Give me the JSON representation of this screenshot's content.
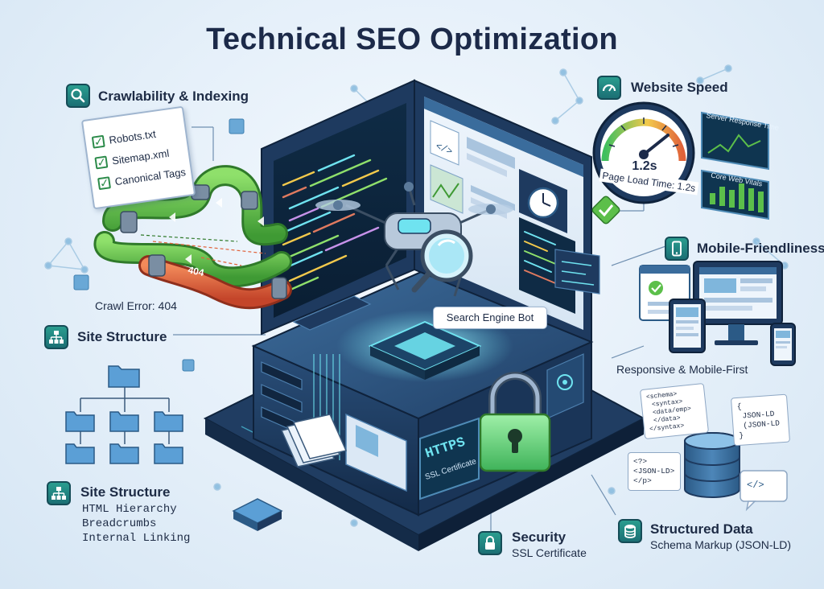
{
  "title": "Technical SEO Optimization",
  "crawl": {
    "title": "Crawlability & Indexing",
    "icon": "magnifier-icon",
    "checklist": [
      "Robots.txt",
      "Sitemap.xml",
      "Canonical Tags"
    ],
    "error_label": "Crawl Error: 404",
    "pipe_label": "404"
  },
  "structure": {
    "title": "Site Structure",
    "icon": "sitemap-icon",
    "title_2": "Site Structure",
    "subs": [
      "HTML Hierarchy",
      "Breadcrumbs",
      "Internal Linking"
    ]
  },
  "speed": {
    "title": "Website Speed",
    "icon": "speedometer-icon",
    "gauge_value": "1.2s",
    "page_load": "Page Load Time: 1.2s",
    "server_card": "Server Response Time",
    "vitals_card": "Core Web Vitals"
  },
  "mobile": {
    "title": "Mobile-Friendliness",
    "icon": "smartphone-icon",
    "caption": "Responsive & Mobile-First"
  },
  "bot": {
    "label": "Search Engine Bot"
  },
  "security": {
    "title": "Security",
    "sub": "SSL Certificate",
    "icon": "padlock-icon",
    "https_label": "HTTPS",
    "ssl_label": "SSL Certificate"
  },
  "structured": {
    "title": "Structured Data",
    "sub": "Schema Markup (JSON-LD)",
    "icon": "database-icon",
    "schema_card": [
      "<schema>",
      "<syntax>",
      "<data/emp>",
      "</data>",
      "</syntax>"
    ],
    "jsonld_card": [
      "{",
      "JSON-LD",
      "(JSON-LD",
      "}"
    ],
    "tag_card": [
      "<?>",
      "<JSON-LD>",
      "</p>"
    ],
    "code_icon": "</>"
  },
  "colors": {
    "title": "#1c2a49",
    "accent_teal": "#2a9d8f",
    "pipe_green": "#5cbf4a",
    "pipe_red": "#e0623a",
    "server_dark": "#1e3a5f",
    "glow": "#6fe3f0"
  }
}
